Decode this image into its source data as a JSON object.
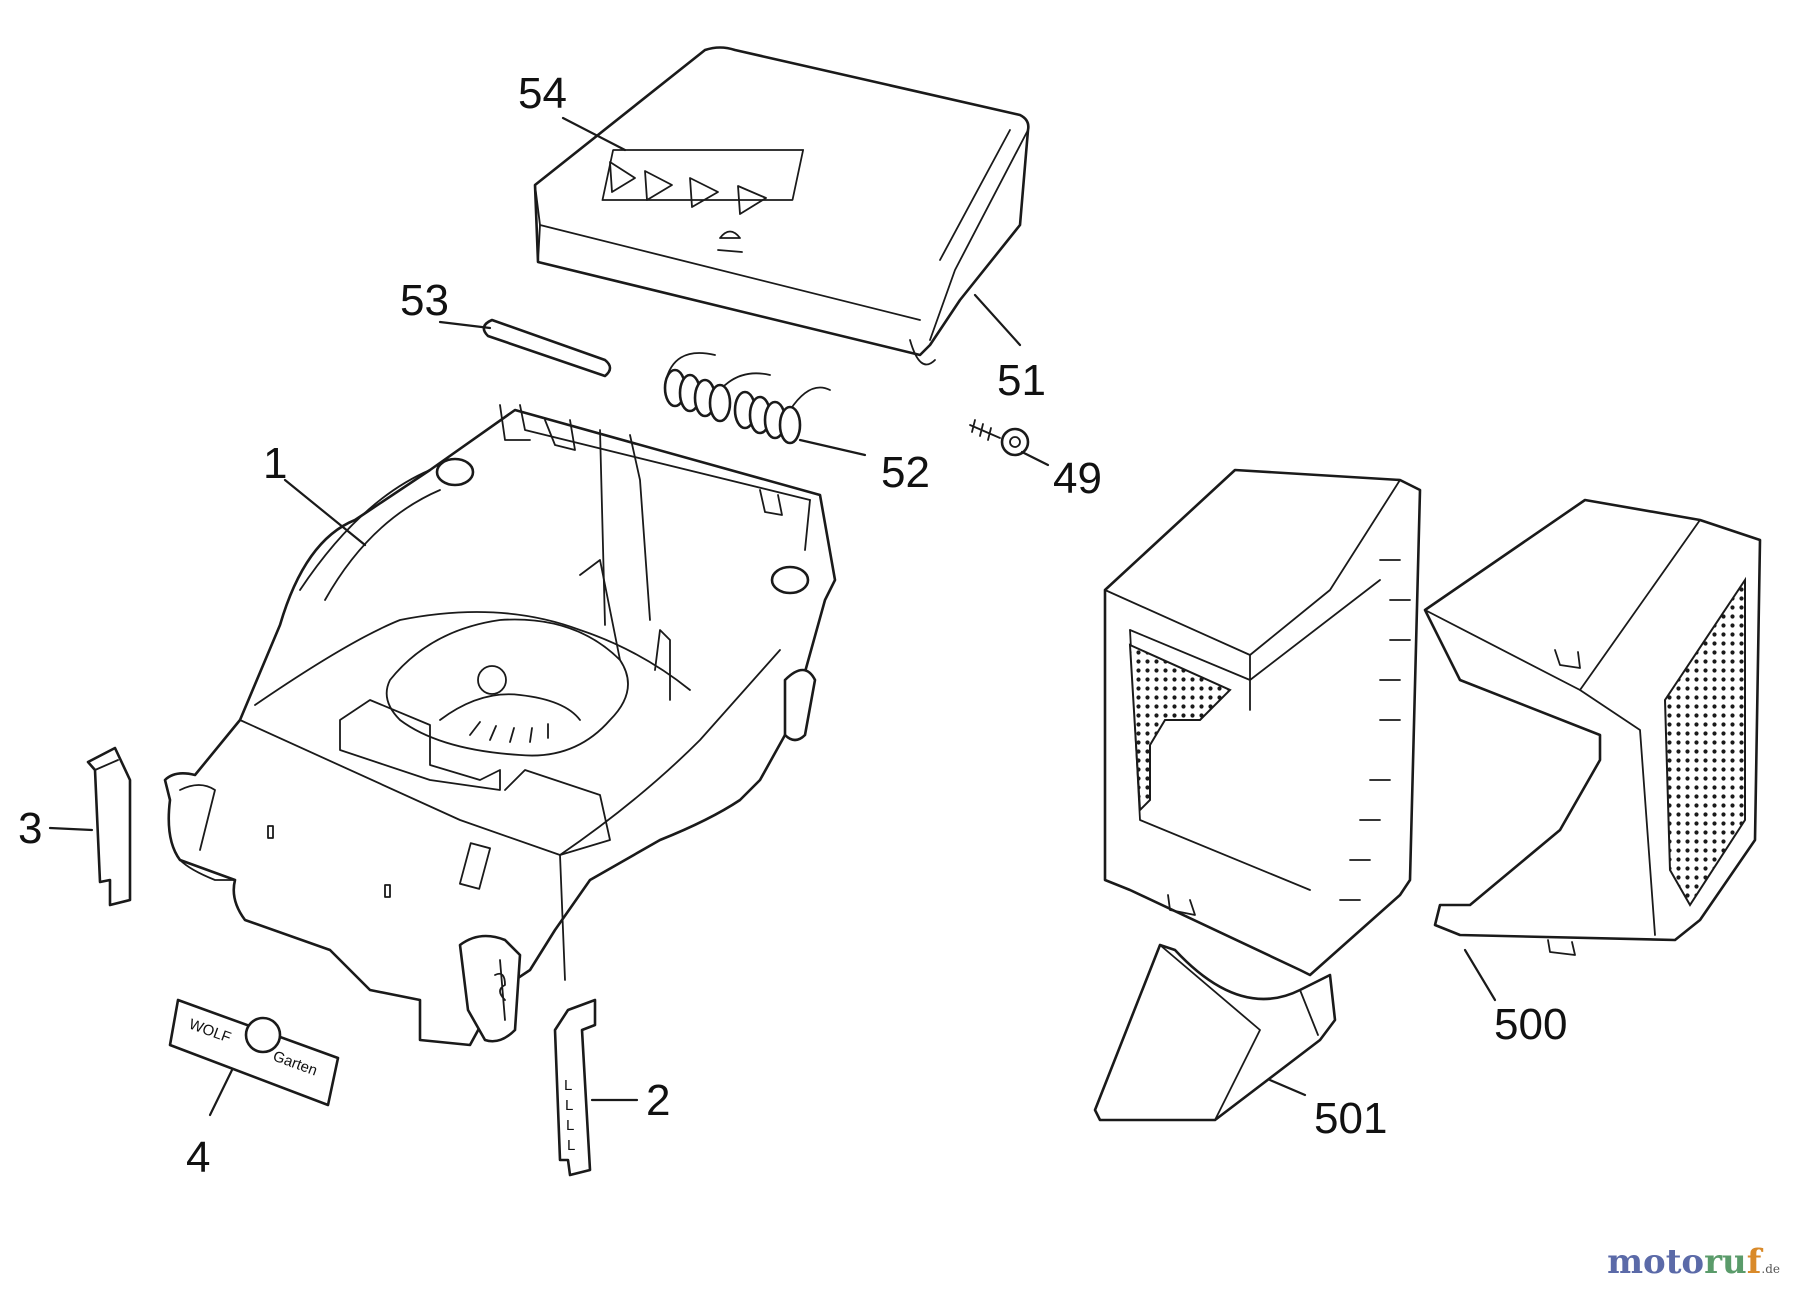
{
  "diagram": {
    "callouts": [
      {
        "id": "p54",
        "label": "54"
      },
      {
        "id": "p53",
        "label": "53"
      },
      {
        "id": "p51",
        "label": "51"
      },
      {
        "id": "p52",
        "label": "52"
      },
      {
        "id": "p49",
        "label": "49"
      },
      {
        "id": "p1",
        "label": "1"
      },
      {
        "id": "p3",
        "label": "3"
      },
      {
        "id": "p2",
        "label": "2"
      },
      {
        "id": "p4",
        "label": "4"
      },
      {
        "id": "p500",
        "label": "500"
      },
      {
        "id": "p501",
        "label": "501"
      }
    ],
    "logo": {
      "wolf": "WOLF",
      "garten": "Garten"
    },
    "strip_marks": "L"
  },
  "watermark": {
    "part1": "moto",
    "part2": "ru",
    "part3": "f",
    "suffix": ".de"
  },
  "colors": {
    "line": "#1a1a1a",
    "wm_blue": "#5b6aa8",
    "wm_green": "#5a9b6a",
    "wm_orange": "#d98a2a"
  }
}
